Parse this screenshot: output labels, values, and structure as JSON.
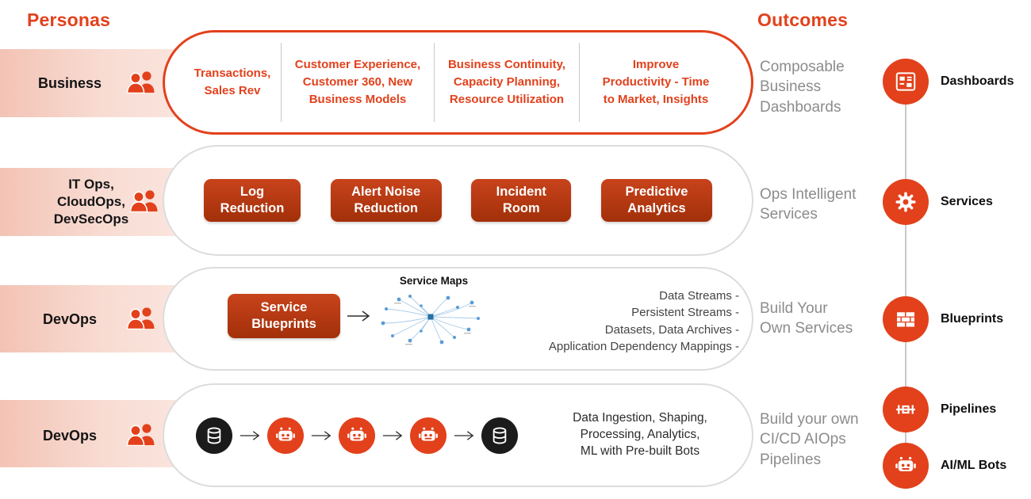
{
  "colors": {
    "accent": "#E2411C",
    "btn_top": "#C8431C",
    "btn_bottom": "#A23009",
    "pill_border_gray": "#DCDCDC",
    "outcome_gray": "#8C8C8C",
    "dark_node": "#1B1B1B",
    "map_blue": "#5B9BD5"
  },
  "headers": {
    "personas": "Personas",
    "outcomes": "Outcomes"
  },
  "rows": [
    {
      "persona": "Business",
      "cells": [
        "Transactions,\nSales Rev",
        "Customer Experience,\nCustomer 360, New\nBusiness Models",
        "Business Continuity,\nCapacity Planning,\nResource Utilization",
        "Improve\nProductivity - Time\nto Market, Insights"
      ],
      "outcome": "Composable\nBusiness\nDashboards"
    },
    {
      "persona": "IT Ops,\nCloudOps,\nDevSecOps",
      "buttons": [
        "Log\nReduction",
        "Alert Noise\nReduction",
        "Incident\nRoom",
        "Predictive\nAnalytics"
      ],
      "outcome": "Ops Intelligent\nServices"
    },
    {
      "persona": "DevOps",
      "button": "Service\nBlueprints",
      "map_title": "Service Maps",
      "list": [
        "Data Streams -",
        "Persistent Streams -",
        "Datasets, Data Archives -",
        "Application Dependency Mappings -"
      ],
      "outcome": "Build Your\nOwn Services"
    },
    {
      "persona": "DevOps",
      "caption": "Data Ingestion, Shaping,\nProcessing, Analytics,\nML with Pre-built Bots",
      "outcome": "Build your own\nCI/CD AIOps\nPipelines"
    }
  ],
  "legend": [
    {
      "label": "Dashboards",
      "icon": "dashboard-icon"
    },
    {
      "label": "Services",
      "icon": "gear-icon"
    },
    {
      "label": "Blueprints",
      "icon": "bricks-icon"
    },
    {
      "label": "Pipelines",
      "icon": "pipeline-icon"
    },
    {
      "label": "AI/ML Bots",
      "icon": "robot-icon"
    }
  ]
}
